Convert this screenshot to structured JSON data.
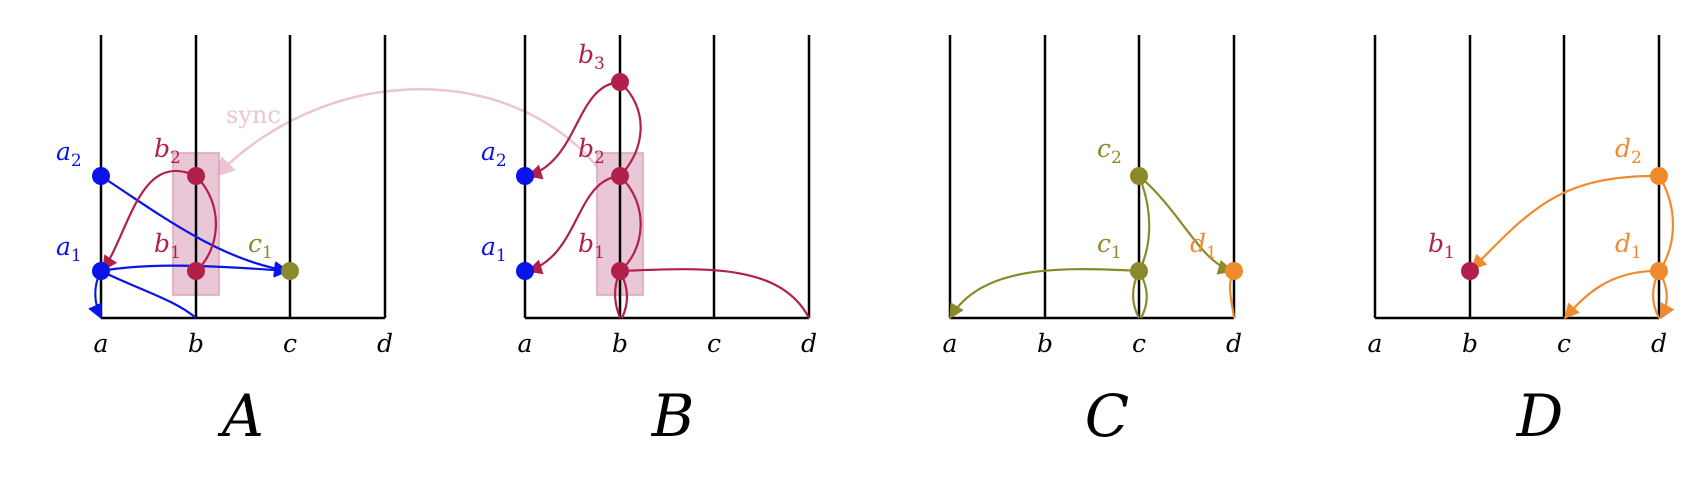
{
  "colors": {
    "a": "#0a14e6",
    "b": "#b0204a",
    "c": "#8a8a2a",
    "d": "#f08a2e",
    "highlight": "#e8c2d2",
    "sync": "#ecc4d2",
    "axis": "#000000"
  },
  "sync_label": "sync",
  "panels": [
    {
      "label": "A",
      "lines": [
        "a",
        "b",
        "c",
        "d"
      ],
      "nodes": [
        {
          "var": "a",
          "sub": "2",
          "color": "a"
        },
        {
          "var": "a",
          "sub": "1",
          "color": "a"
        },
        {
          "var": "b",
          "sub": "2",
          "color": "b"
        },
        {
          "var": "b",
          "sub": "1",
          "color": "b"
        },
        {
          "var": "c",
          "sub": "1",
          "color": "c"
        }
      ]
    },
    {
      "label": "B",
      "lines": [
        "a",
        "b",
        "c",
        "d"
      ],
      "nodes": [
        {
          "var": "b",
          "sub": "3",
          "color": "b"
        },
        {
          "var": "a",
          "sub": "2",
          "color": "a"
        },
        {
          "var": "b",
          "sub": "2",
          "color": "b"
        },
        {
          "var": "a",
          "sub": "1",
          "color": "a"
        },
        {
          "var": "b",
          "sub": "1",
          "color": "b"
        }
      ]
    },
    {
      "label": "C",
      "lines": [
        "a",
        "b",
        "c",
        "d"
      ],
      "nodes": [
        {
          "var": "c",
          "sub": "2",
          "color": "c"
        },
        {
          "var": "c",
          "sub": "1",
          "color": "c"
        },
        {
          "var": "d",
          "sub": "1",
          "color": "d"
        }
      ]
    },
    {
      "label": "D",
      "lines": [
        "a",
        "b",
        "c",
        "d"
      ],
      "nodes": [
        {
          "var": "d",
          "sub": "2",
          "color": "d"
        },
        {
          "var": "b",
          "sub": "1",
          "color": "b"
        },
        {
          "var": "d",
          "sub": "1",
          "color": "d"
        }
      ]
    }
  ]
}
